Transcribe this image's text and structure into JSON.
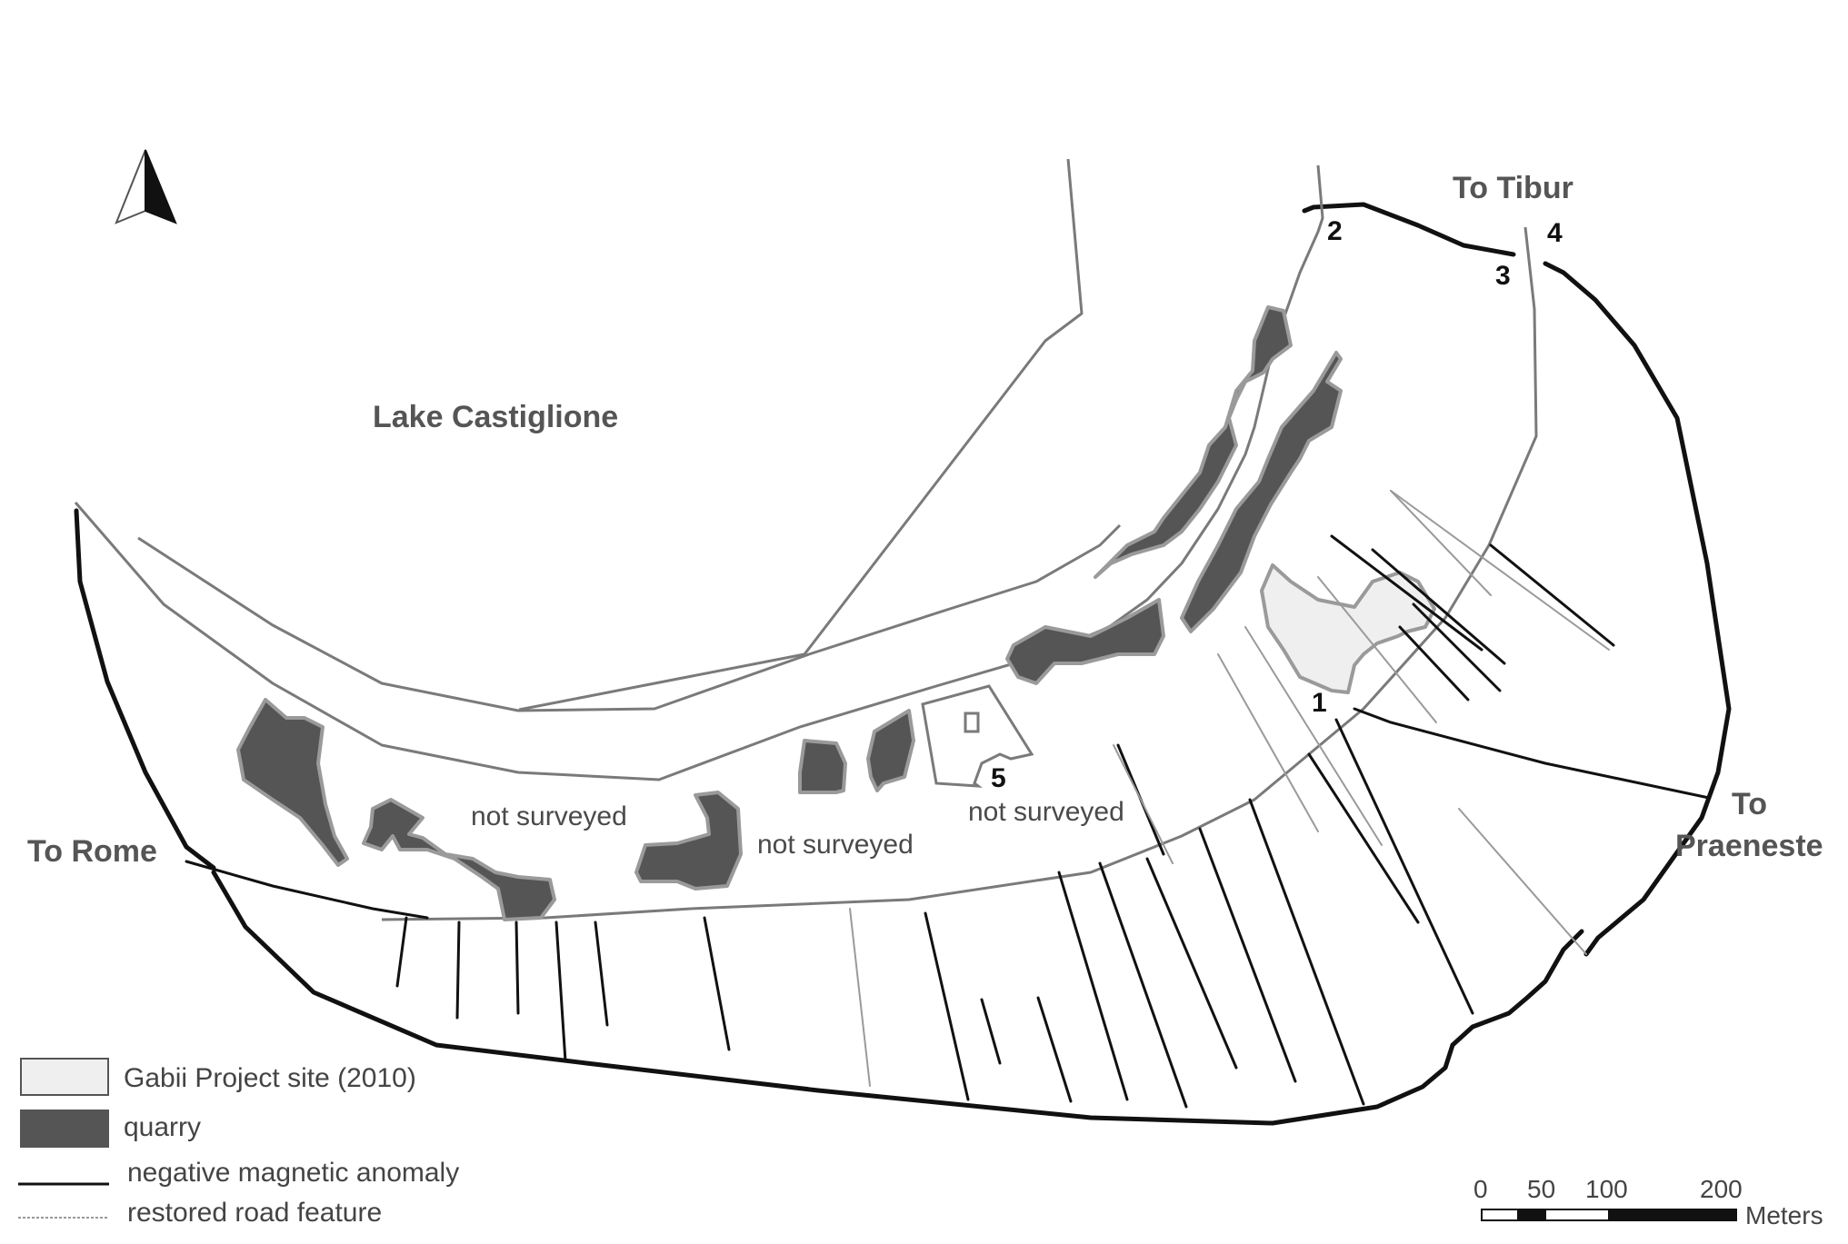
{
  "map": {
    "lake_label": "Lake Castiglione",
    "destinations": {
      "tibur": "To Tibur",
      "rome": "To Rome",
      "praeneste_line1": "To",
      "praeneste_line2": "Praeneste"
    },
    "area_labels": [
      "not surveyed",
      "not surveyed",
      "not surveyed"
    ],
    "numbers": [
      "1",
      "2",
      "3",
      "4",
      "5"
    ],
    "north_arrow_icon": "north-arrow-icon"
  },
  "legend": {
    "items": [
      {
        "label": "Gabii Project site (2010)",
        "icon": "gabii-site-swatch",
        "color": "#efefef"
      },
      {
        "label": "quarry",
        "icon": "quarry-swatch",
        "color": "#555555"
      },
      {
        "label": "negative magnetic anomaly",
        "icon": "solid-line-swatch",
        "color": "#111111"
      },
      {
        "label": "restored road feature",
        "icon": "dashed-line-swatch",
        "color": "#999999"
      }
    ]
  },
  "scale_bar": {
    "ticks": [
      "0",
      "50",
      "100",
      "200"
    ],
    "unit": "Meters"
  },
  "colors": {
    "quarry": "#555555",
    "quarry_outline": "#9a9a9a",
    "gabii_site": "#efefef",
    "anomaly": "#111111",
    "road": "#9a9a9a",
    "outline": "#7a7a7a"
  }
}
